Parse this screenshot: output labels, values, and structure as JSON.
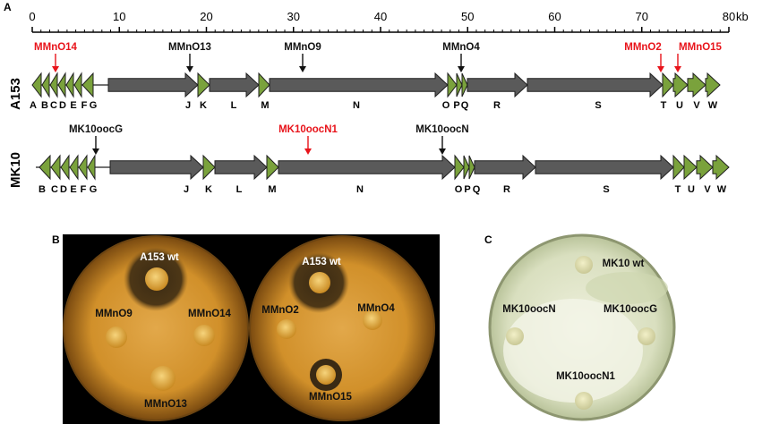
{
  "panels": {
    "a": "A",
    "b": "B",
    "c": "C"
  },
  "axis": {
    "ticks": [
      "0",
      "10",
      "20",
      "30",
      "40",
      "50",
      "60",
      "70",
      "80"
    ],
    "unit": "kb"
  },
  "tracks": [
    {
      "name": "A153",
      "genes": [
        "A",
        "B",
        "C",
        "D",
        "E",
        "F",
        "G",
        "J",
        "K",
        "L",
        "M",
        "N",
        "O",
        "P",
        "Q",
        "R",
        "S",
        "T",
        "U",
        "V",
        "W"
      ],
      "markers": [
        {
          "label": "MMnO14",
          "color": "#e8141b"
        },
        {
          "label": "MMnO13",
          "color": "#111111"
        },
        {
          "label": "MMnO9",
          "color": "#111111"
        },
        {
          "label": "MMnO4",
          "color": "#111111"
        },
        {
          "label": "MMnO2",
          "color": "#e8141b"
        },
        {
          "label": "MMnO15",
          "color": "#e8141b"
        }
      ]
    },
    {
      "name": "MK10",
      "genes": [
        "B",
        "C",
        "D",
        "E",
        "F",
        "G",
        "J",
        "K",
        "L",
        "M",
        "N",
        "O",
        "P",
        "Q",
        "R",
        "S",
        "T",
        "U",
        "V",
        "W"
      ],
      "markers": [
        {
          "label": "MK10oocG",
          "color": "#111111"
        },
        {
          "label": "MK10oocN1",
          "color": "#e8141b"
        },
        {
          "label": "MK10oocN",
          "color": "#111111"
        }
      ]
    }
  ],
  "plates": {
    "b_left": [
      "A153 wt",
      "MMnO9",
      "MMnO14",
      "MMnO13"
    ],
    "b_right": [
      "A153 wt",
      "MMnO2",
      "MMnO4",
      "MMnO15"
    ],
    "c": [
      "MK10 wt",
      "MK10oocN",
      "MK10oocG",
      "MK10oocN1"
    ]
  },
  "colors": {
    "arrow_green": "#7aa23c",
    "arrow_gray": "#5a5a5a",
    "red_marker": "#e8141b",
    "plate_b_bg": "#000000",
    "plate_b_agar": "#d99a2b",
    "plate_c_agar": "#e8ecd2"
  }
}
